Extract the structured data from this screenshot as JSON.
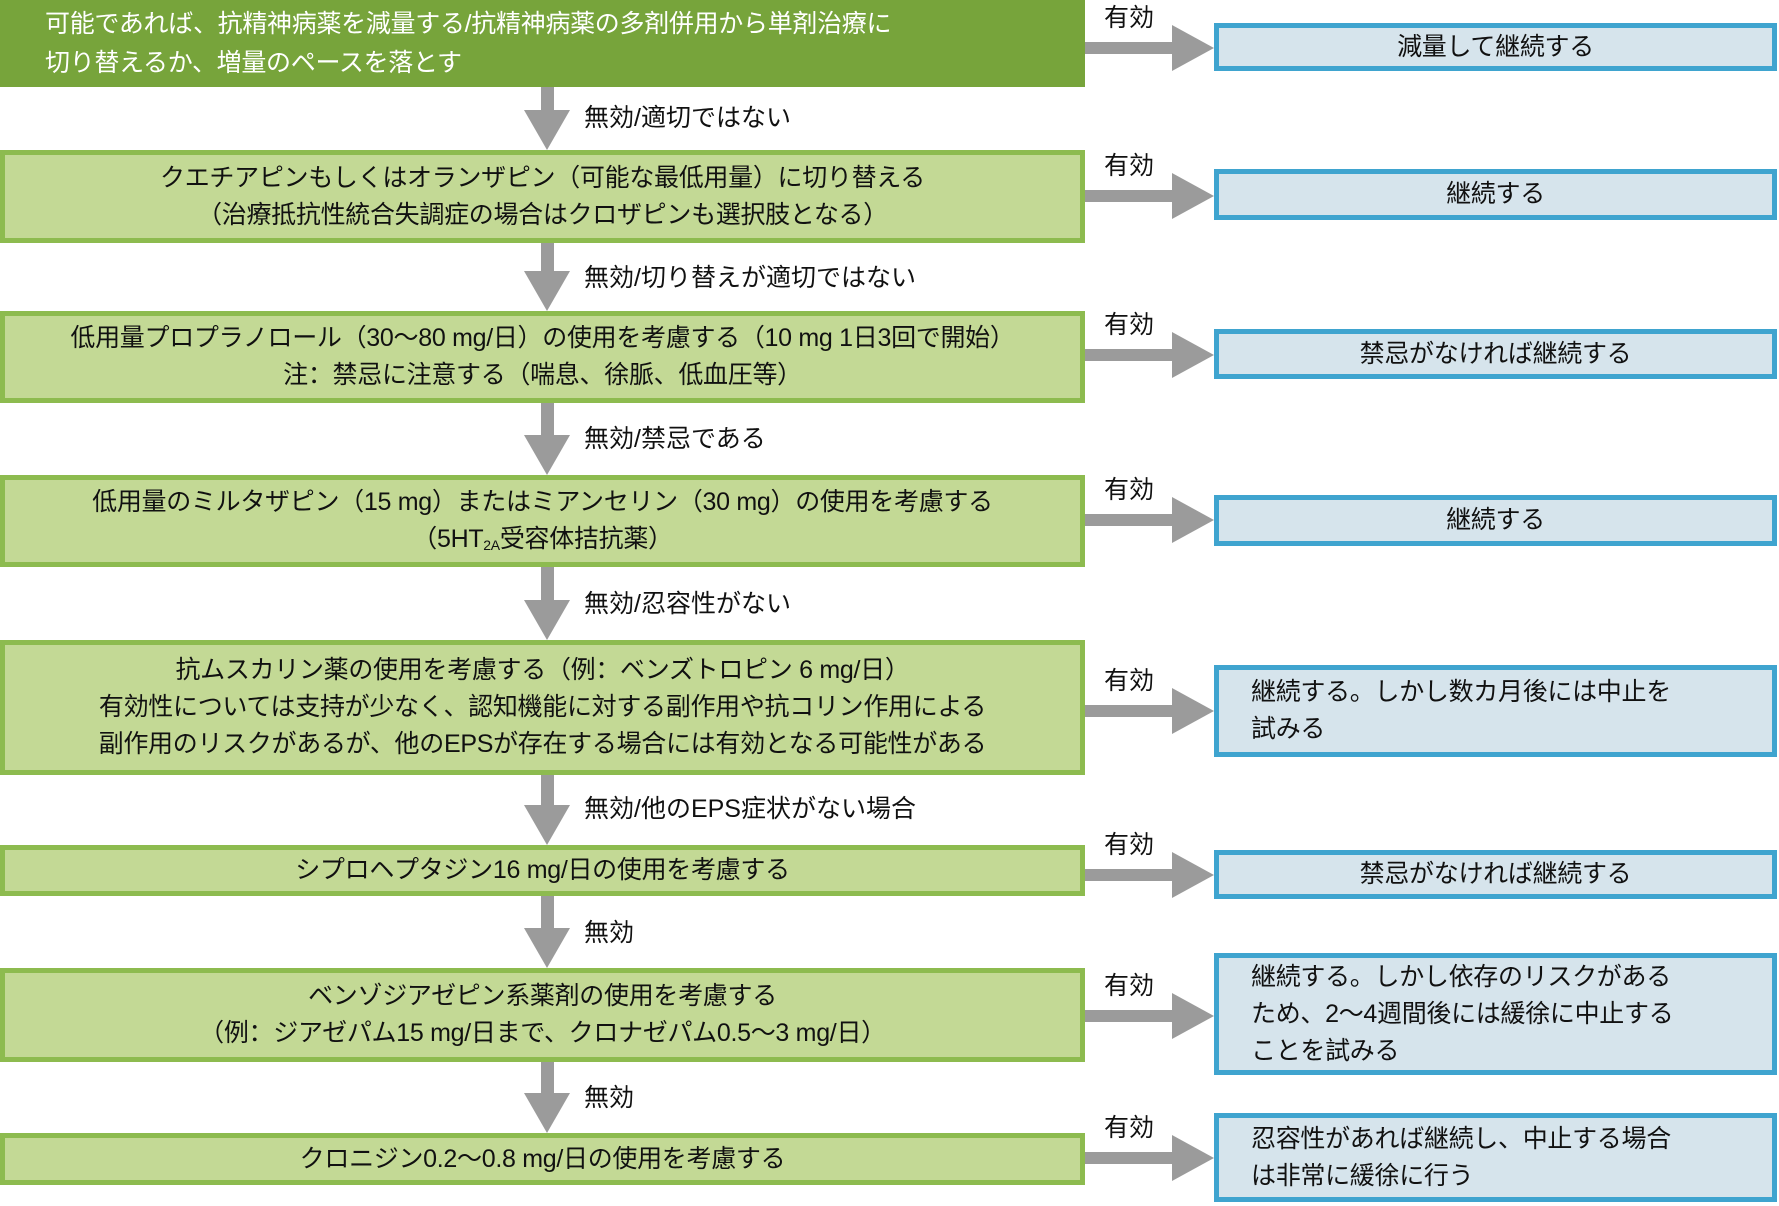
{
  "theme": {
    "primary_fill": "#77a43b",
    "step_fill": "#c3d995",
    "step_border": "#8dbb4f",
    "outcome_fill": "#d6e4ec",
    "outcome_border": "#3fa4cf",
    "arrow": "#9b9b9b"
  },
  "flowchart": {
    "effective_label": "有効",
    "steps": [
      {
        "lines": [
          "可能であれば、抗精神病薬を減量する/抗精神病薬の多剤併用から単剤治療に",
          "切り替えるか、増量のペースを落とす"
        ],
        "outcome_lines": [
          "減量して継続する"
        ],
        "fail_label": "無効/適切ではない"
      },
      {
        "lines": [
          "クエチアピンもしくはオランザピン（可能な最低用量）に切り替える",
          "（治療抵抗性統合失調症の場合はクロザピンも選択肢となる）"
        ],
        "outcome_lines": [
          "継続する"
        ],
        "fail_label": "無効/切り替えが適切ではない"
      },
      {
        "lines": [
          "低用量プロプラノロール（30～80 mg/日）の使用を考慮する（10 mg 1日3回で開始）",
          "注：禁忌に注意する（喘息、徐脈、低血圧等）"
        ],
        "outcome_lines": [
          "禁忌がなければ継続する"
        ],
        "fail_label": "無効/禁忌である"
      },
      {
        "lines": [
          "低用量のミルタザピン（15 mg）またはミアンセリン（30 mg）の使用を考慮する"
        ],
        "line2_parts": {
          "before": "（5HT",
          "sub": "2A",
          "after": "受容体拮抗薬）"
        },
        "outcome_lines": [
          "継続する"
        ],
        "fail_label": "無効/忍容性がない"
      },
      {
        "lines": [
          "抗ムスカリン薬の使用を考慮する（例：ベンズトロピン 6 mg/日）",
          "有効性については支持が少なく、認知機能に対する副作用や抗コリン作用による",
          "副作用のリスクがあるが、他のEPSが存在する場合には有効となる可能性がある"
        ],
        "outcome_lines": [
          "継続する。しかし数カ月後には中止を",
          "試みる"
        ],
        "fail_label": "無効/他のEPS症状がない場合"
      },
      {
        "lines": [
          "シプロヘプタジン16 mg/日の使用を考慮する"
        ],
        "outcome_lines": [
          "禁忌がなければ継続する"
        ],
        "fail_label": "無効"
      },
      {
        "lines": [
          "ベンゾジアゼピン系薬剤の使用を考慮する",
          "（例：ジアゼパム15 mg/日まで、クロナゼパム0.5～3 mg/日）"
        ],
        "outcome_lines": [
          "継続する。しかし依存のリスクがある",
          "ため、2～4週間後には緩徐に中止する",
          "ことを試みる"
        ],
        "fail_label": "無効"
      },
      {
        "lines": [
          "クロニジン0.2～0.8 mg/日の使用を考慮する"
        ],
        "outcome_lines": [
          "忍容性があれば継続し、中止する場合",
          "は非常に緩徐に行う"
        ]
      }
    ]
  }
}
